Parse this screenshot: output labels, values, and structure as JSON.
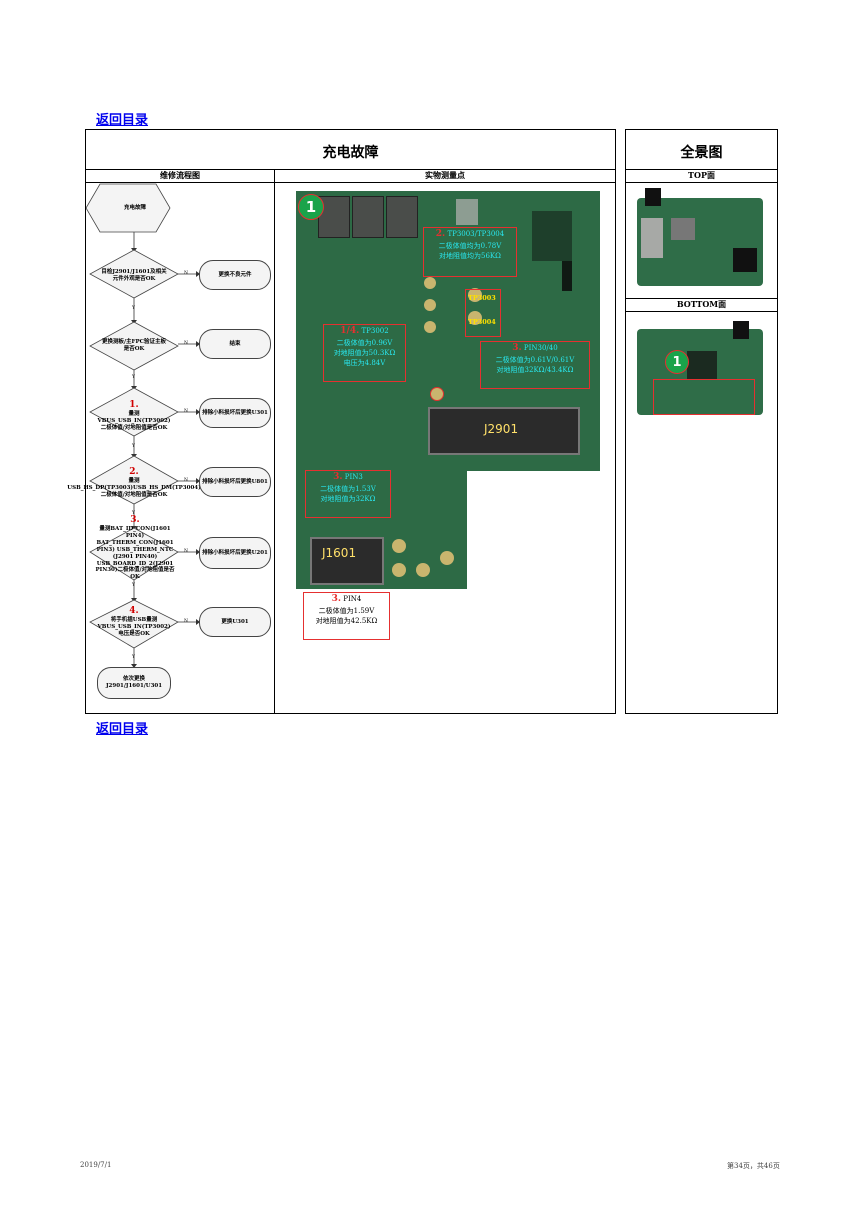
{
  "links": {
    "back_top": "返回目录",
    "back_bottom": "返回目录"
  },
  "main_panel": {
    "title": "充电故障",
    "flow_header": "维修流程图",
    "photo_header": "实物测量点"
  },
  "side_panel": {
    "title": "全景图",
    "top_label": "TOP面",
    "bottom_label": "BOTTOM面"
  },
  "flow": {
    "start": "充电故障",
    "steps": [
      {
        "num": "",
        "text": "目检J2901/J1601及相关元件外观是否OK",
        "action": "更换不良元件"
      },
      {
        "num": "",
        "text": "更换测板/主FPC验证主板是否OK",
        "action": "结束"
      },
      {
        "num": "1.",
        "text": "量测VBUS_USB_IN(TP3002)二极体值/对地阻值是否OK",
        "action": "排除小料损坏后更换U301"
      },
      {
        "num": "2.",
        "text": "量测USB_HS_DP(TP3003)USB_HS_DM(TP3004)二极体值/对地阻值是否OK",
        "action": "排除小料损坏后更换U801"
      },
      {
        "num": "3.",
        "text": "量测BAT_ID_CON(J1601 PIN4) BAT_THERM_CON(J1601 PIN3) USB_THERM_NTC (J2901 PIN40) USB_BOARD_ID_2(J2901 PIN30)二极体值/对地阻值是否OK",
        "action": "排除小料损坏后更换U201"
      },
      {
        "num": "4.",
        "text": "将手机插USB量测VBUS_USB_IN(TP3002)电压是否OK",
        "action": "更换U301"
      }
    ],
    "end": "依次更换J2901/J1601/U301",
    "yes": "Y",
    "no": "N"
  },
  "photo": {
    "marker": "1",
    "annotations": {
      "tp3003": {
        "num": "2.",
        "lines": [
          "TP3003/TP3004",
          "二极体值均为0.78V",
          "对地阻值均为56KΩ"
        ]
      },
      "tp3002": {
        "num": "1/4.",
        "lines": [
          "TP3002",
          "二极体值为0.96V",
          "对地阻值为50.3KΩ",
          "电压为4.84V"
        ]
      },
      "pin3040": {
        "num": "3.",
        "lines": [
          "PIN30/40",
          "二极体值为0.61V/0.61V",
          "对地阻值32KΩ/43.4KΩ"
        ]
      },
      "pin3": {
        "num": "3.",
        "lines": [
          "PIN3",
          "二极体值为1.53V",
          "对地阻值为32KΩ"
        ]
      },
      "pin4": {
        "num": "3.",
        "lines": [
          "PIN4",
          "二极体值为1.59V",
          "对地阻值为42.5KΩ"
        ]
      }
    },
    "testpoints": [
      "TP3003",
      "TP3004"
    ],
    "connectors": {
      "j2901": "J2901",
      "j1601": "J1601"
    }
  },
  "footer": {
    "date": "2019/7/1",
    "page": "第34页，共46页"
  },
  "colors": {
    "pcb": "#2d6a45",
    "annotation": "#e53030",
    "cyan_text": "#29e7ef",
    "yellow_text": "#ffe000"
  }
}
